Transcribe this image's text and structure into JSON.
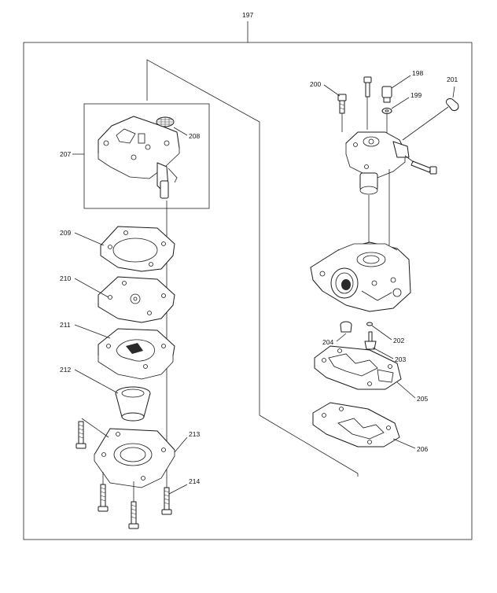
{
  "callouts": {
    "c197": "197",
    "c198": "198",
    "c199": "199",
    "c200": "200",
    "c201": "201",
    "c202": "202",
    "c203": "203",
    "c204": "204",
    "c205": "205",
    "c206": "206",
    "c207": "207",
    "c208": "208",
    "c209": "209",
    "c210": "210",
    "c211": "211",
    "c212": "212",
    "c213": "213",
    "c214": "214"
  }
}
